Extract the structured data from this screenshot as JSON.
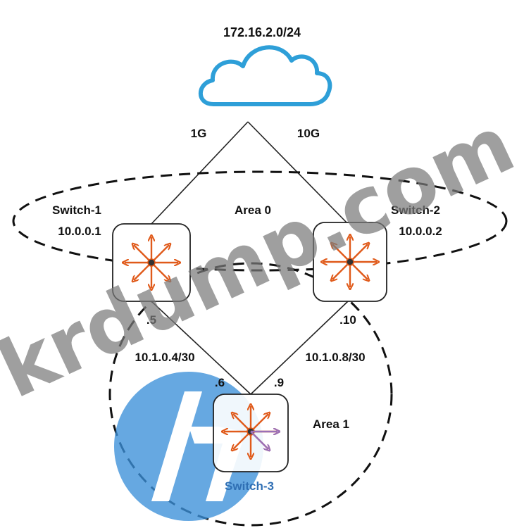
{
  "network": {
    "subnet": "172.16.2.0/24",
    "link_left_speed": "1G",
    "link_right_speed": "10G",
    "area0": "Area 0",
    "area1": "Area 1",
    "switch1": {
      "name": "Switch-1",
      "ip": "10.0.0.1"
    },
    "switch2": {
      "name": "Switch-2",
      "ip": "10.0.0.2"
    },
    "switch3": {
      "name": "Switch-3"
    },
    "link_s1_s3": {
      "subnet": "10.1.0.4/30",
      "s1_end": ".5",
      "s3_end": ".6"
    },
    "link_s2_s3": {
      "subnet": "10.1.0.8/30",
      "s2_end": ".10",
      "s3_end": ".9"
    }
  },
  "watermark": {
    "text": "krdump.com"
  },
  "logo": {
    "text": "hp"
  },
  "colors": {
    "cloud": "#2e9fd8",
    "router_arrows": "#e05a1a",
    "router_arrows_alt": "#9a70b8",
    "hp_blue": "#3b8fd8",
    "watermark": "#7a7a7a"
  }
}
